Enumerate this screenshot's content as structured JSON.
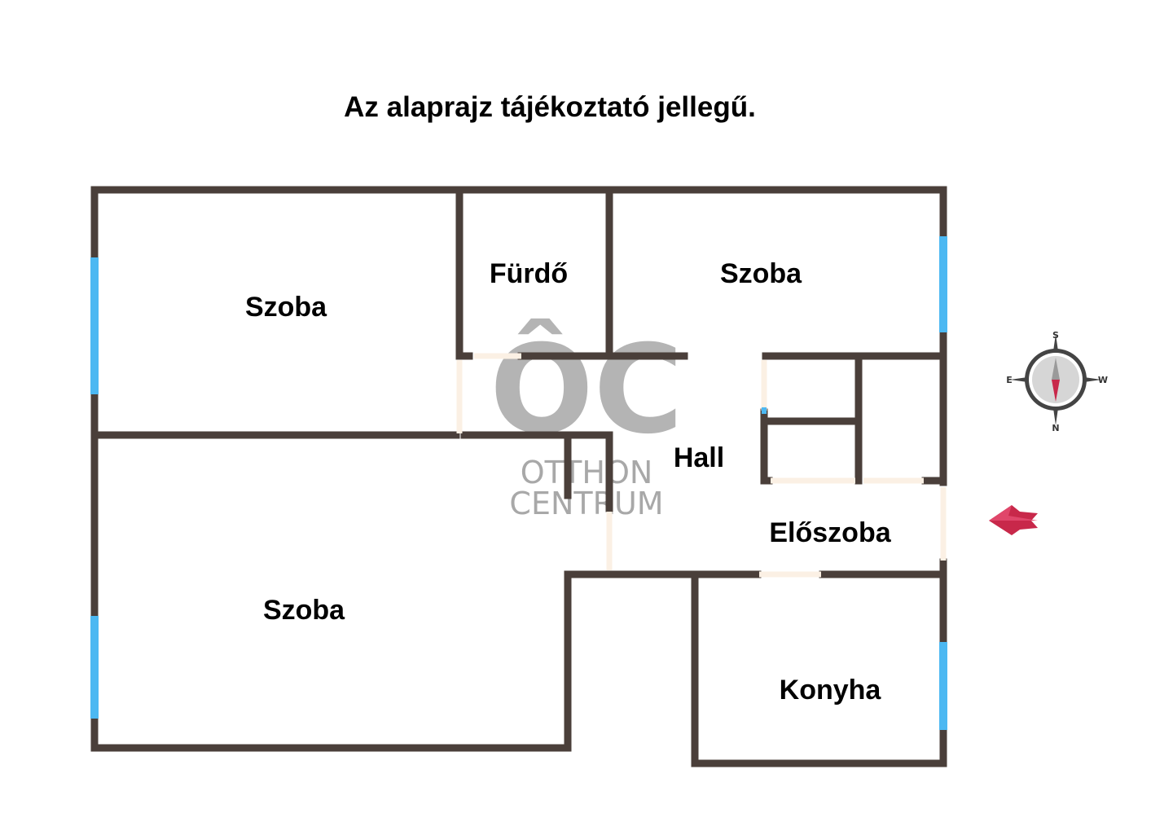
{
  "page": {
    "title": "Az alaprajz tájékoztató jellegű."
  },
  "colors": {
    "wall": "#4a3f3a",
    "window": "#4cb8f2",
    "door": "#fbf0e4",
    "arrow": "#c8284a",
    "watermark": "#a8a8a8"
  },
  "rooms": [
    {
      "id": "szoba-west",
      "label": "Szoba"
    },
    {
      "id": "furdo",
      "label": "Fürdő"
    },
    {
      "id": "szoba-east",
      "label": "Szoba"
    },
    {
      "id": "hall",
      "label": "Hall"
    },
    {
      "id": "eloszoba",
      "label": "Előszoba"
    },
    {
      "id": "szoba-big",
      "label": "Szoba"
    },
    {
      "id": "konyha",
      "label": "Konyha"
    }
  ],
  "watermark": {
    "logo": "ÔC",
    "line1": "OTTHON",
    "line2": "CENTRUM"
  },
  "compass": {
    "top": "S",
    "bottom": "N",
    "left": "E",
    "right": "W"
  },
  "entrance": {
    "icon": "entrance-arrow-icon"
  }
}
